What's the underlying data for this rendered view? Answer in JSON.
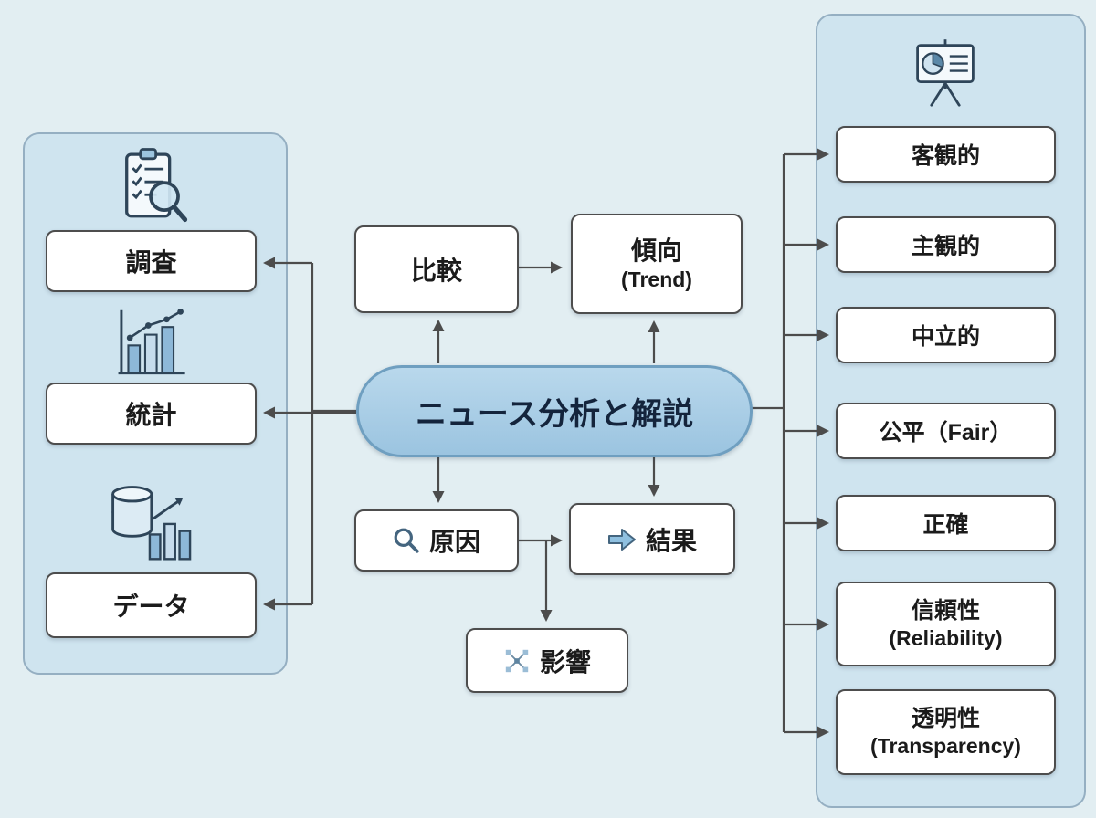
{
  "diagram": {
    "center": {
      "main": "ニュース分析と解説",
      "hikaku": "比較",
      "keikou": "傾向",
      "keikou_sub": "(Trend)",
      "genin": "原因",
      "kekka": "結果",
      "eikyou": "影響"
    },
    "left": {
      "items": [
        {
          "label": "調査",
          "icon": "clipboard-checklist-magnifier-icon"
        },
        {
          "label": "統計",
          "icon": "bar-chart-trend-icon"
        },
        {
          "label": "データ",
          "icon": "database-bar-chart-icon"
        }
      ]
    },
    "right": {
      "icon": "presentation-pie-chart-icon",
      "items": [
        {
          "label": "客観的"
        },
        {
          "label": "主観的"
        },
        {
          "label": "中立的"
        },
        {
          "label": "公平（Fair）"
        },
        {
          "label": "正確"
        },
        {
          "label": "信頼性",
          "sublabel": "(Reliability)"
        },
        {
          "label": "透明性",
          "sublabel": "(Transparency)"
        }
      ]
    },
    "colors": {
      "background": "#e2eef2",
      "panel_fill": "#cfe4ef",
      "panel_border": "#95afc2",
      "main_node_fill": "#a9cfe7",
      "main_node_border": "#6f9fc0",
      "box_border": "#4d4d4d",
      "arrow": "#4c4c4c",
      "icon_dark": "#2e4559",
      "icon_blue": "#8db8d8"
    }
  }
}
